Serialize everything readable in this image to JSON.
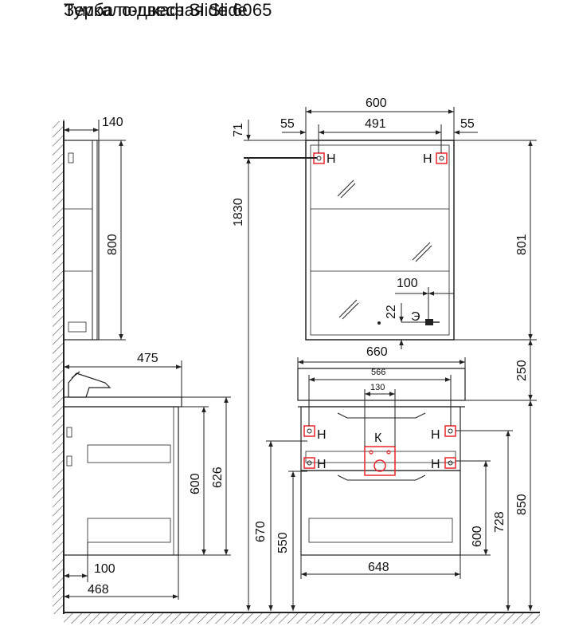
{
  "title_line1": "Зеркало-шкаф Slide 60",
  "title_line2": "Тумба подвесная Slide 65",
  "colors": {
    "line": "#222222",
    "mark": "#e8262c",
    "wall": "#555555"
  },
  "dims": {
    "side_mirror_depth": "140",
    "side_mirror_height": "800",
    "side_cabinet_depth": "475",
    "side_body_height": "600",
    "side_total_height": "626",
    "side_offset": "100",
    "side_body_depth": "468",
    "mirror_top_offset": "71",
    "floor_to_mirror_top": "1830",
    "mirror_width": "600",
    "mirror_left_margin": "55",
    "mount_hole_spacing": "491",
    "mirror_right_margin": "55",
    "mirror_height": "801",
    "socket_offset_x": "100",
    "socket_offset_y": "22",
    "mirror_to_basin_gap": "250",
    "basin_width": "660",
    "basin_inner_width": "566",
    "service_zone_width": "130",
    "floor_to_top_holes": "670",
    "floor_to_bottom_holes": "550",
    "cabinet_height": "600",
    "floor_to_basin": "728",
    "floor_to_basin_top": "850",
    "cabinet_width": "648"
  },
  "marks": {
    "hanger": "Н",
    "sewer": "К",
    "electric": "Э"
  }
}
